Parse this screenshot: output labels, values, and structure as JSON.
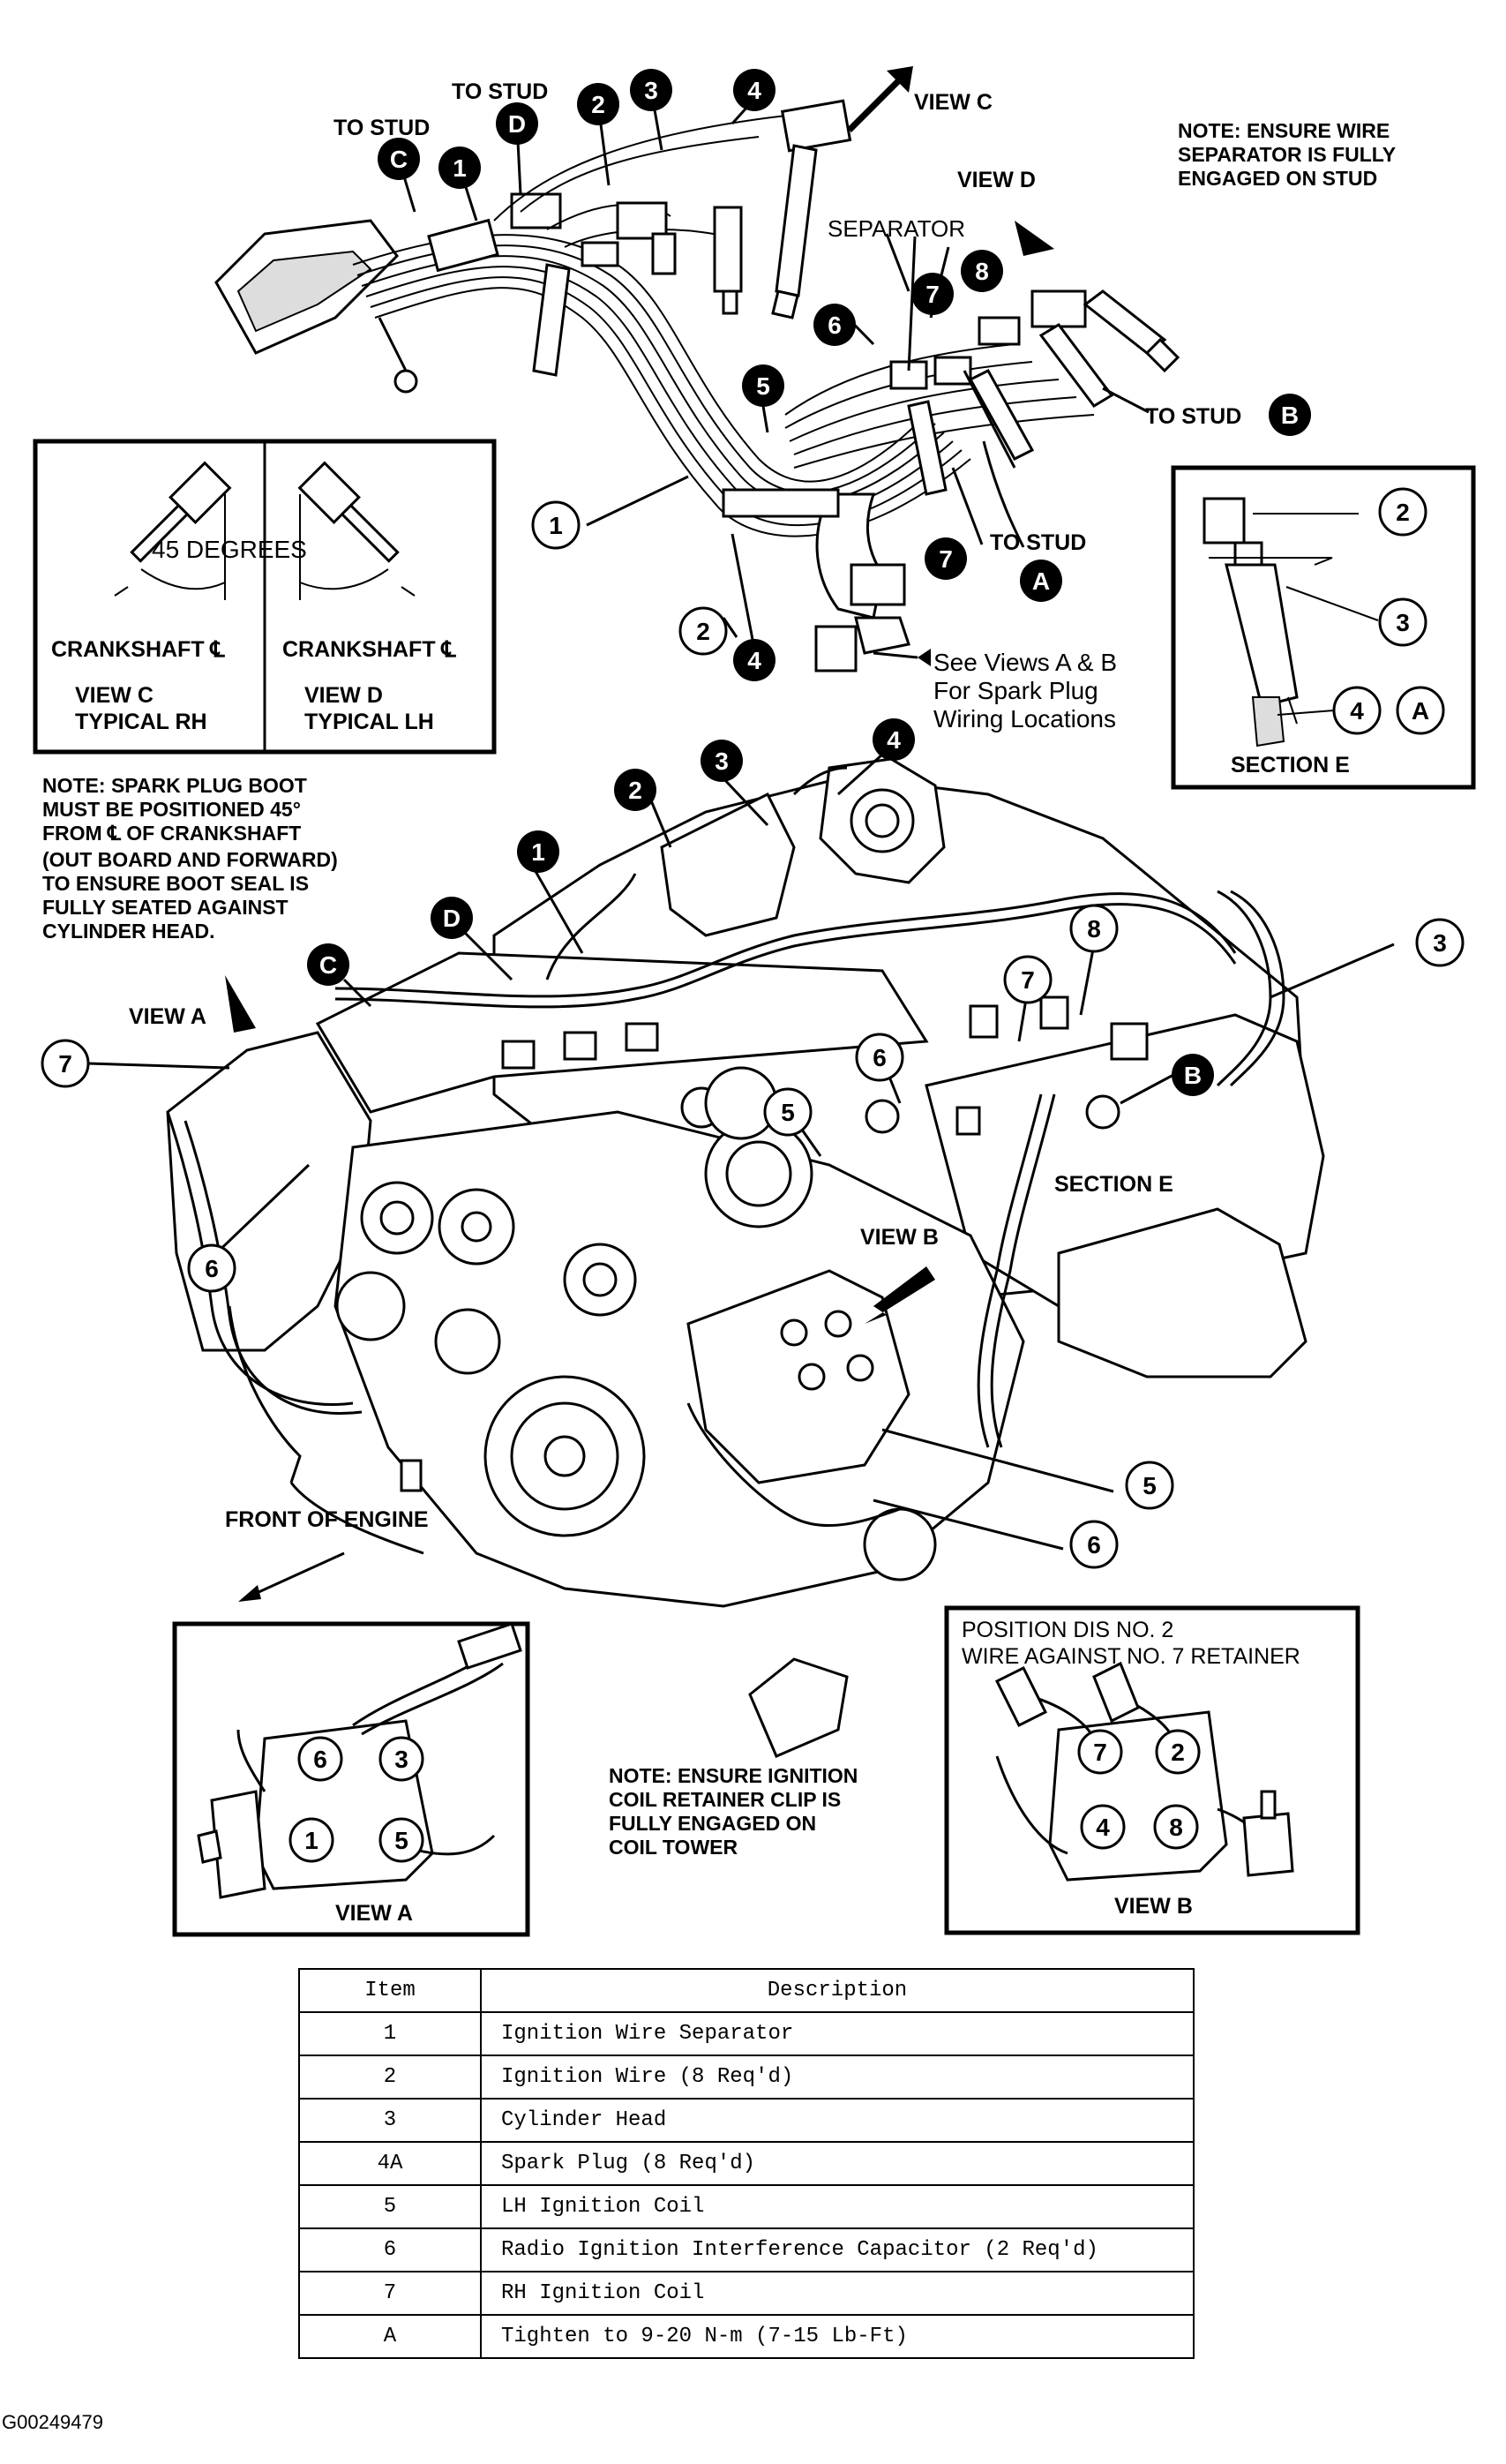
{
  "labels": {
    "to_stud_c": "TO STUD",
    "to_stud_d": "TO STUD",
    "to_stud_a": "TO STUD",
    "to_stud_b": "TO STUD",
    "view_c": "VIEW C",
    "view_d": "VIEW D",
    "separator": "SEPARATOR",
    "see_views_1": "See Views A & B",
    "see_views_2": "For Spark Plug",
    "see_views_3": "Wiring Locations",
    "view_a_arrow": "VIEW A",
    "view_b_arrow": "VIEW B",
    "section_e_main": "SECTION E",
    "front_of_engine": "FRONT OF ENGINE"
  },
  "notes": {
    "wire_separator": [
      "NOTE: ENSURE WIRE",
      "SEPARATOR IS FULLY",
      "ENGAGED ON STUD"
    ],
    "spark_plug_boot": [
      "NOTE: SPARK PLUG BOOT",
      "MUST BE POSITIONED 45°",
      "FROM ℄ OF CRANKSHAFT",
      "(OUT BOARD AND FORWARD)",
      "TO ENSURE BOOT SEAL IS",
      "FULLY SEATED AGAINST",
      "CYLINDER HEAD."
    ],
    "ignition_coil": [
      "NOTE: ENSURE IGNITION",
      "COIL RETAINER CLIP IS",
      "FULLY ENGAGED ON",
      "COIL TOWER"
    ]
  },
  "view_cd_box": {
    "degrees": "45 DEGREES",
    "left_crank": "CRANKSHAFT ℄",
    "right_crank": "CRANKSHAFT ℄",
    "left_view": "VIEW C",
    "left_typ": "TYPICAL RH",
    "right_view": "VIEW D",
    "right_typ": "TYPICAL LH"
  },
  "section_e_box": {
    "title": "SECTION E"
  },
  "view_a_box": {
    "title": "VIEW A",
    "cyl": [
      "6",
      "3",
      "1",
      "5"
    ]
  },
  "view_b_box": {
    "title": "VIEW B",
    "note_1": "POSITION DIS NO. 2",
    "note_2": "WIRE AGAINST NO. 7 RETAINER",
    "cyl": [
      "7",
      "2",
      "4",
      "8"
    ]
  },
  "bubbles": {
    "n1": "1",
    "n2": "2",
    "n3": "3",
    "n4": "4",
    "n5": "5",
    "n6": "6",
    "n7": "7",
    "n8": "8",
    "lA": "A",
    "lB": "B",
    "lC": "C",
    "lD": "D"
  },
  "table": {
    "headers": [
      "Item",
      "Description"
    ],
    "rows": [
      [
        "1",
        "Ignition Wire Separator"
      ],
      [
        "2",
        "Ignition Wire (8 Req'd)"
      ],
      [
        "3",
        "Cylinder Head"
      ],
      [
        "4A",
        "Spark Plug (8 Req'd)"
      ],
      [
        "5",
        "LH Ignition Coil"
      ],
      [
        "6",
        "Radio Ignition Interference Capacitor (2 Req'd)"
      ],
      [
        "7",
        "RH Ignition Coil"
      ],
      [
        "A",
        "Tighten to 9-20 N-m (7-15 Lb-Ft)"
      ]
    ]
  },
  "caption": "G00249479"
}
